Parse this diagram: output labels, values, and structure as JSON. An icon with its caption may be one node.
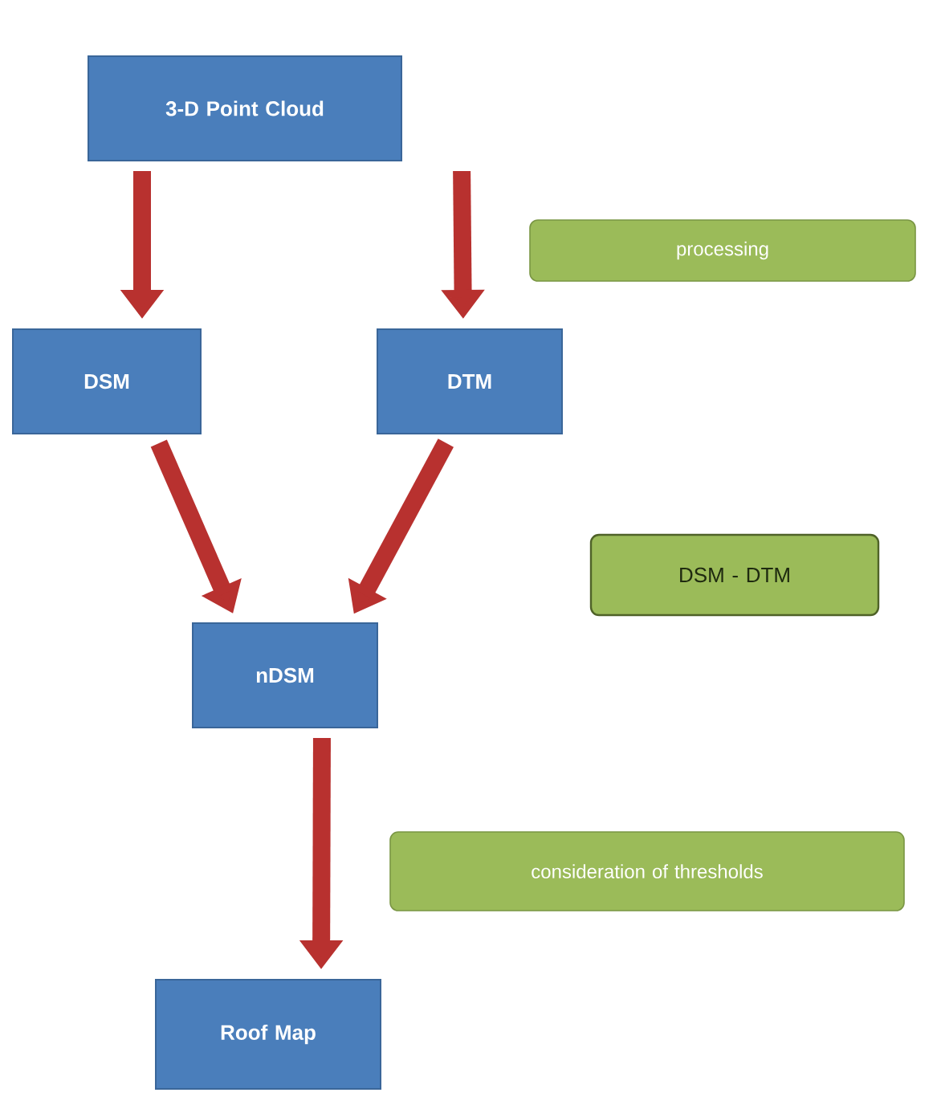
{
  "diagram": {
    "nodes": [
      {
        "text": [
          "3-D Point Cloud"
        ]
      },
      {
        "text": [
          "processing"
        ]
      },
      {
        "text": [
          "DSM"
        ]
      },
      {
        "text": [
          "DTM"
        ]
      },
      {
        "text": [
          "DSM - DTM"
        ]
      },
      {
        "text": [
          "nDSM"
        ]
      },
      {
        "text": [
          "consideration of thresholds"
        ]
      },
      {
        "text": [
          "Roof Map"
        ]
      }
    ],
    "edges": [
      {
        "from": 0,
        "to": 2,
        "arrow": "to"
      },
      {
        "from": 0,
        "to": 3,
        "arrow": "to"
      },
      {
        "from": 2,
        "to": 5,
        "arrow": "to"
      },
      {
        "from": 3,
        "to": 5,
        "arrow": "to"
      },
      {
        "from": 5,
        "to": 7,
        "arrow": "to"
      }
    ]
  }
}
